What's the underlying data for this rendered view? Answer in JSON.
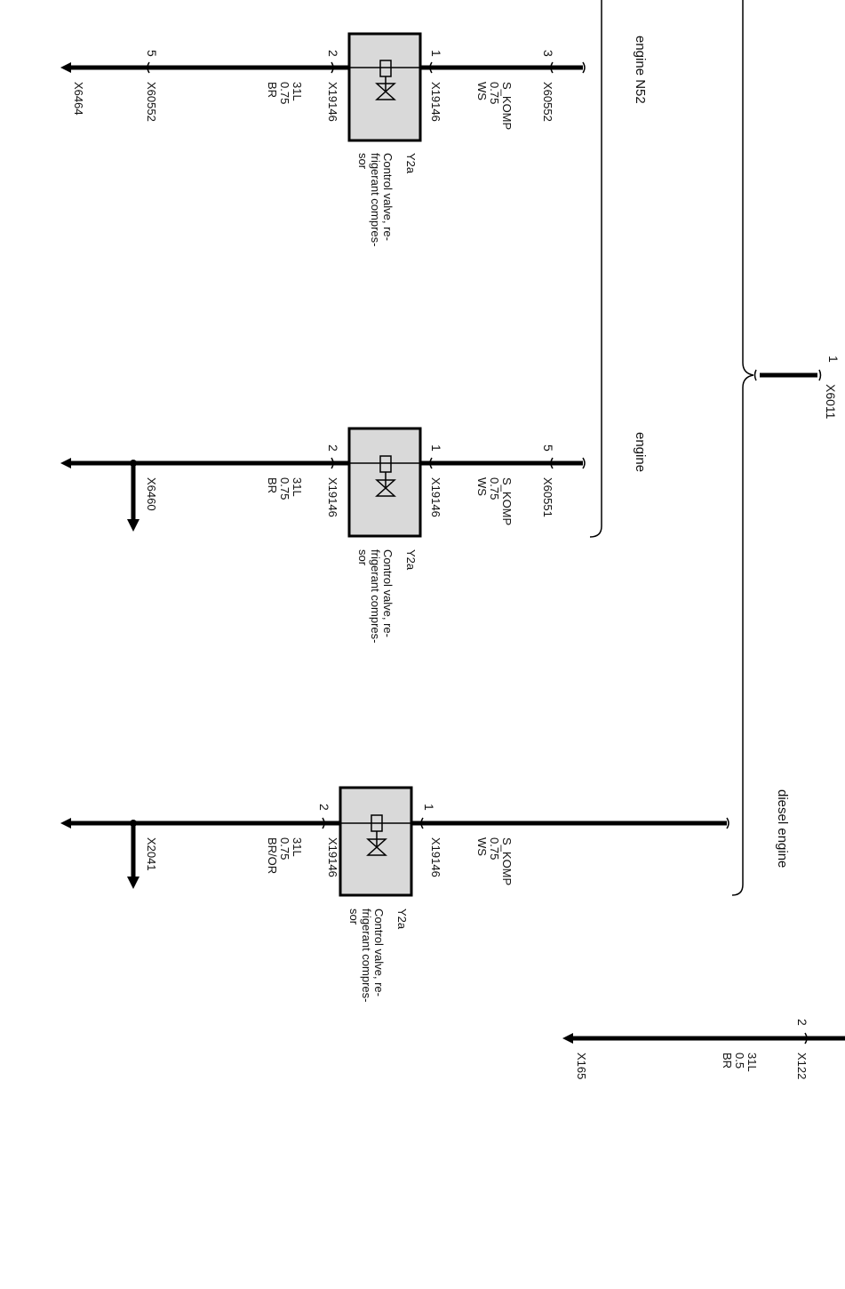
{
  "sections": [
    {
      "label": "engine N52"
    },
    {
      "label": "engine"
    },
    {
      "label": "diesel engine"
    }
  ],
  "valve": {
    "id": "Y2a",
    "desc_line1": "Control valve, re-",
    "desc_line2": "frigerant compres-",
    "desc_line3": "sor"
  },
  "circuits": [
    {
      "pin_top": "3",
      "conn_top": "X60552",
      "pin1": "1",
      "conn1": "X19146",
      "sig_name": "S_KOMP",
      "sig_size": "0.75",
      "sig_color": "WS",
      "pin2": "2",
      "conn2": "X19146",
      "gnd_name": "31L",
      "gnd_size": "0.75",
      "gnd_color": "BR",
      "pin_bottom": "5",
      "conn_bottom": "X60552",
      "ground": "X6464"
    },
    {
      "pin_top": "5",
      "conn_top": "X60551",
      "pin1": "1",
      "conn1": "X19146",
      "sig_name": "S_KOMP",
      "sig_size": "0.75",
      "sig_color": "WS",
      "pin2": "2",
      "conn2": "X19146",
      "gnd_name": "31L",
      "gnd_size": "0.75",
      "gnd_color": "BR",
      "ground": "X6460"
    },
    {
      "pin1": "1",
      "conn1": "X19146",
      "sig_name": "S_KOMP",
      "sig_size": "0.75",
      "sig_color": "WS",
      "pin2": "2",
      "conn2": "X19146",
      "gnd_name": "31L",
      "gnd_size": "0.75",
      "gnd_color": "BR/OR",
      "ground": "X2041"
    }
  ],
  "trunk": {
    "pin": "1",
    "connector": "X6011"
  },
  "extra": {
    "pin": "2",
    "connector": "X122",
    "wire_name": "31L",
    "wire_size": "0.5",
    "wire_color": "BR",
    "ground": "X165"
  }
}
